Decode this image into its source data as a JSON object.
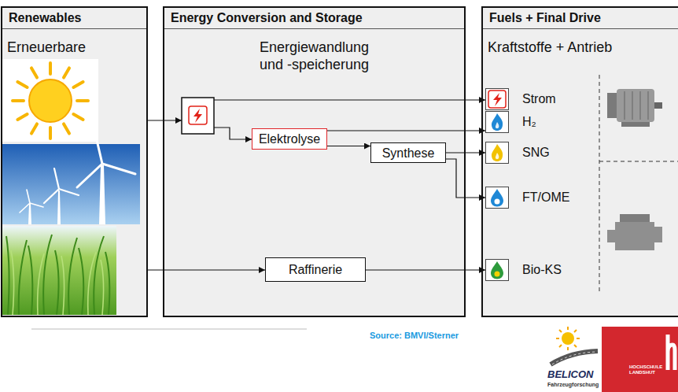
{
  "diagram": {
    "nodes": [
      {
        "text": [
          "Renewables",
          "Erneuerbare"
        ]
      },
      {
        "text": [
          "Energy Conversion and Storage",
          "Energiewandlung und -speicherung"
        ]
      },
      {
        "text": [
          "Elektrolyse"
        ],
        "in": 1
      },
      {
        "text": [
          "Synthese"
        ],
        "in": 1
      },
      {
        "text": [
          "Raffinerie"
        ],
        "in": 1
      },
      {
        "text": [
          "Fuels + Final Drive",
          "Kraftstoffe + Antrieb"
        ]
      },
      {
        "text": [
          "Strom"
        ],
        "in": 5
      },
      {
        "text": [
          "H₂"
        ],
        "in": 5
      },
      {
        "text": [
          "SNG"
        ],
        "in": 5
      },
      {
        "text": [
          "FT/OME"
        ],
        "in": 5
      },
      {
        "text": [
          "Bio-KS"
        ],
        "in": 5
      }
    ],
    "edges": [
      {
        "from": 2,
        "to": 7,
        "arrow": "to"
      },
      {
        "from": 2,
        "to": 3,
        "arrow": "to"
      },
      {
        "from": 3,
        "to": 8,
        "arrow": "to"
      },
      {
        "from": 3,
        "to": 9,
        "arrow": "to"
      },
      {
        "from": 4,
        "to": 10,
        "arrow": "to"
      }
    ],
    "labels": [
      "Source: BMVI/Sterner",
      "BELICON",
      "Fahrzeugforschung",
      "HOCHSCHULE LANDSHUT"
    ]
  }
}
